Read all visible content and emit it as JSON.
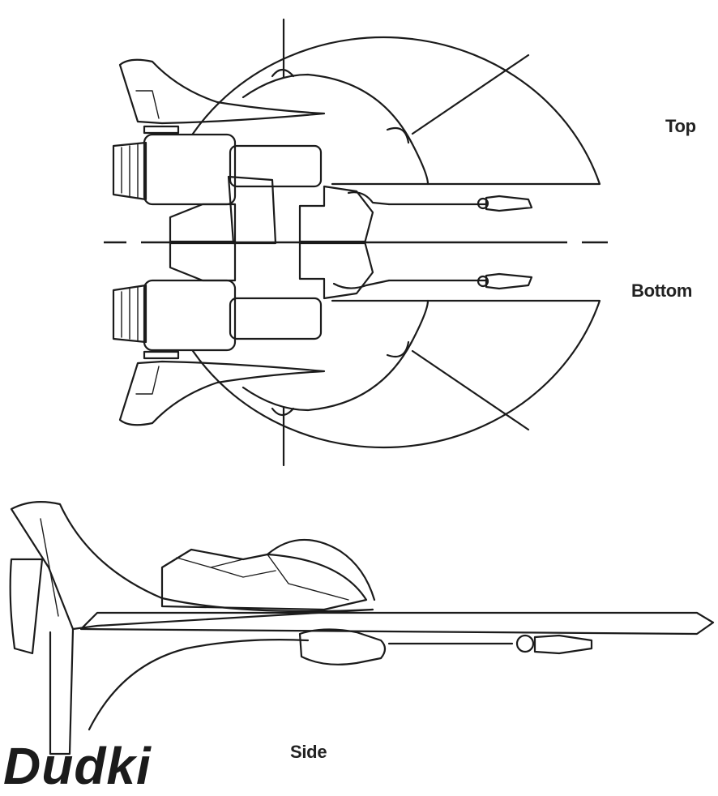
{
  "labels": {
    "top": "Top",
    "bottom": "Bottom",
    "side": "Side"
  },
  "wordmark": "Dudki",
  "colors": {
    "ink": "#1b1b1b",
    "paper": "#ffffff"
  }
}
